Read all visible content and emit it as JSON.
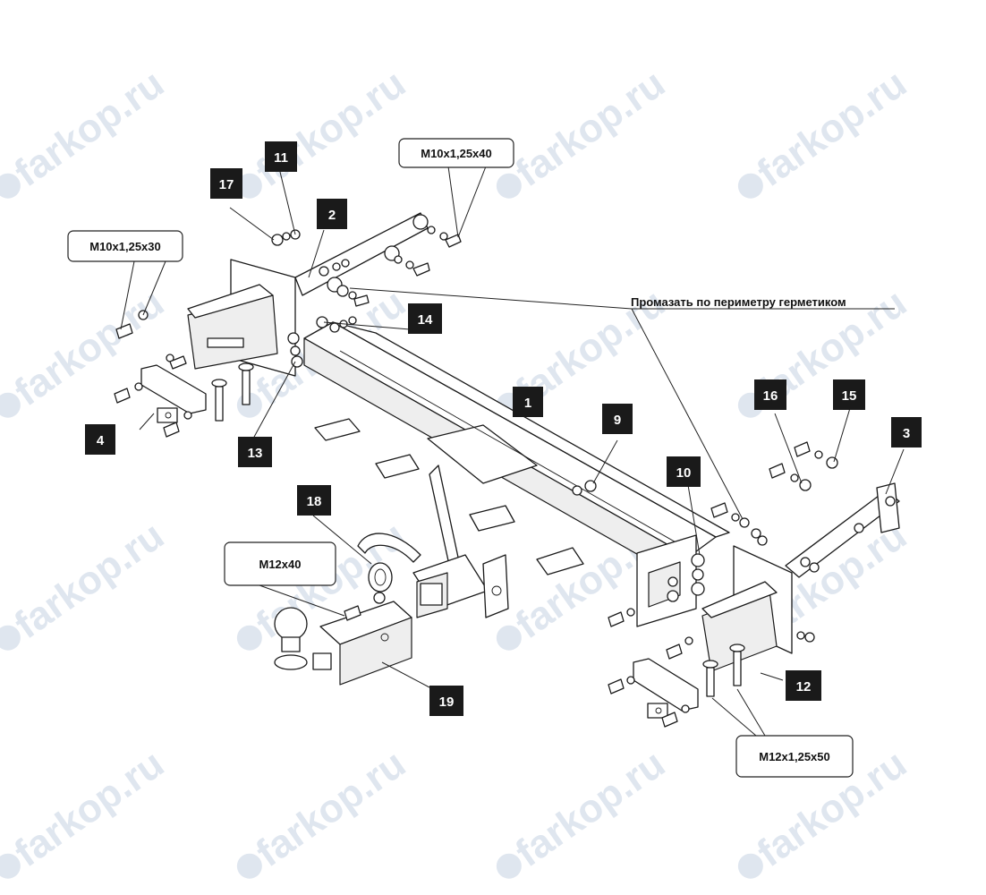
{
  "watermark": {
    "text": "farkop.ru",
    "color": "#dfe6ef"
  },
  "callouts": {
    "c1": "1",
    "c2": "2",
    "c3": "3",
    "c4": "4",
    "c9": "9",
    "c10": "10",
    "c11": "11",
    "c12": "12",
    "c13": "13",
    "c14": "14",
    "c15": "15",
    "c16": "16",
    "c17": "17",
    "c18": "18",
    "c19": "19"
  },
  "specs": {
    "bolt_m10x40": "M10x1,25x40",
    "bolt_m10x30": "M10x1,25x30",
    "bolt_m12x40": "M12x40",
    "bolt_m12x50": "M12x1,25x50"
  },
  "note": {
    "sealant": "Промазать по периметру герметиком"
  },
  "colors": {
    "callout_bg": "#1a1a1a",
    "callout_text": "#ffffff",
    "line": "#1a1a1a"
  }
}
